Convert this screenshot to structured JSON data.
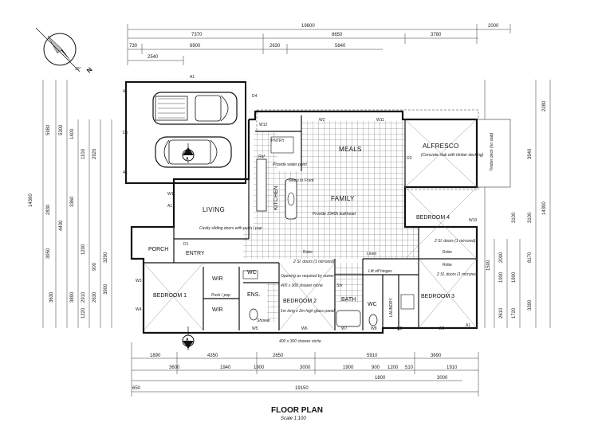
{
  "title": "FLOOR PLAN",
  "scale": "Scale 1:100",
  "north_label": "N",
  "north_angle": "30°",
  "rooms": {
    "meals": "MEALS",
    "alfresco": "ALFRESCO",
    "alfresco_note": "(Concrete slab with timber decking)",
    "family": "FAMILY",
    "living": "LIVING",
    "porch": "PORCH",
    "entry": "ENTRY",
    "kitchen": "KITCHEN",
    "pantry": "PNTRY",
    "bedroom1": "BEDROOM 1",
    "bedroom2": "BEDROOM 2",
    "bedroom3": "BEDROOM 3",
    "bedroom4": "BEDROOM 4",
    "wir_top": "WIR",
    "wir_bottom": "WIR",
    "ens": "ENS.",
    "wc1": "WC",
    "wc2": "WC",
    "bath": "BATH",
    "laundry": "LAUNDRY",
    "linen": "Linen",
    "robe1": "Robe",
    "robe2": "Robe",
    "robe3": "Robe",
    "timber_deck": "Timber deck (no slab)"
  },
  "notes": {
    "cavity_doors": "Cavity sliding doors with push / pop",
    "push_pop": "Push / pop",
    "opening": "Opening as required by owner",
    "niche1": "400 x 300 shower niche",
    "niche2": "400 x 300 shower niche",
    "glass_panel": "1m long x 2m high glass panel",
    "sl_doors_1": "2 Sl. doors (1 mirrored)",
    "sl_doors_2": "2 Sl. doors (1 mirrored)",
    "sl_doors_3": "2 Sl. doors (1 mirrored)",
    "glass_splash": "Glass to Front",
    "bulkhead": "Provide 2340h bulkhead",
    "lift_hinges": "Lift off hinges",
    "provide_water": "Provide water point",
    "shower": "Shower",
    "shr": "Shr",
    "fridge": "Ref"
  },
  "dims_top": {
    "overall": "19800",
    "overall_right": "2000",
    "row2": [
      "7370",
      "8650",
      "3780"
    ],
    "row3": [
      "730",
      "6900",
      "2630",
      "5840"
    ],
    "row4": [
      "2540"
    ]
  },
  "dims_bottom": {
    "row1": [
      "1890",
      "4350",
      "2650",
      "5910",
      "3690"
    ],
    "row2": [
      "3600",
      "1940",
      "1900",
      "3000",
      "1900",
      "900",
      "1200",
      "510",
      "1910"
    ],
    "row2b": [
      "1800",
      "3000"
    ],
    "overall": "19150",
    "left_small": "650"
  },
  "dims_left": [
    "14390",
    "5980",
    "2830",
    "3950",
    "4430",
    "1400",
    "3360",
    "3890",
    "3630",
    "1200",
    "2910",
    "1100",
    "900",
    "2920",
    "3900",
    "2630",
    "1220",
    "3290",
    "5300"
  ],
  "dims_right": [
    "2280",
    "3940",
    "14390",
    "3100",
    "3100",
    "8170",
    "2610",
    "1720",
    "3390",
    "1900",
    "1900",
    "2000",
    "1500"
  ],
  "window_tags": [
    "W1",
    "W2",
    "W3",
    "W4",
    "W5",
    "W6",
    "W7",
    "W8",
    "W9",
    "W10",
    "W11",
    "W12",
    "D1",
    "D2",
    "D3",
    "D4",
    "D5",
    "A1",
    "A1",
    "A1",
    "A1",
    "A1"
  ],
  "section_marker": "A"
}
